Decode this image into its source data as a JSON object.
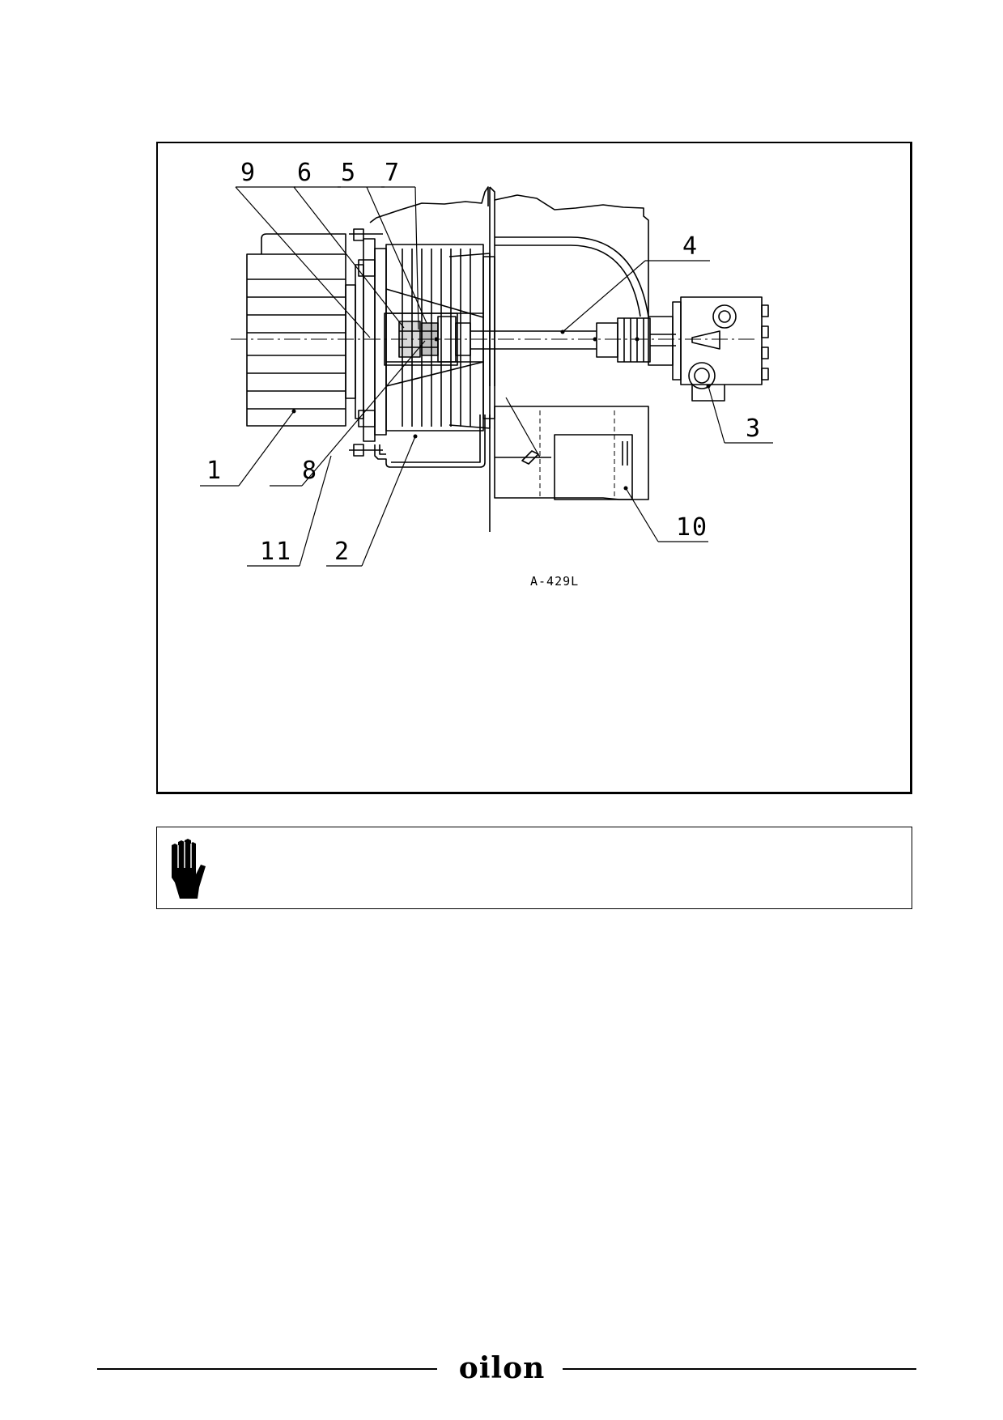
{
  "figure": {
    "drawing_code": "A-429L",
    "callouts": {
      "c1": "1",
      "c2": "2",
      "c3": "3",
      "c4": "4",
      "c5": "5",
      "c6": "6",
      "c7": "7",
      "c8": "8",
      "c9": "9",
      "c10": "10",
      "c11": "11"
    }
  },
  "notice": {
    "icon": "warning-hand-icon"
  },
  "footer": {
    "logo": "oilon"
  }
}
